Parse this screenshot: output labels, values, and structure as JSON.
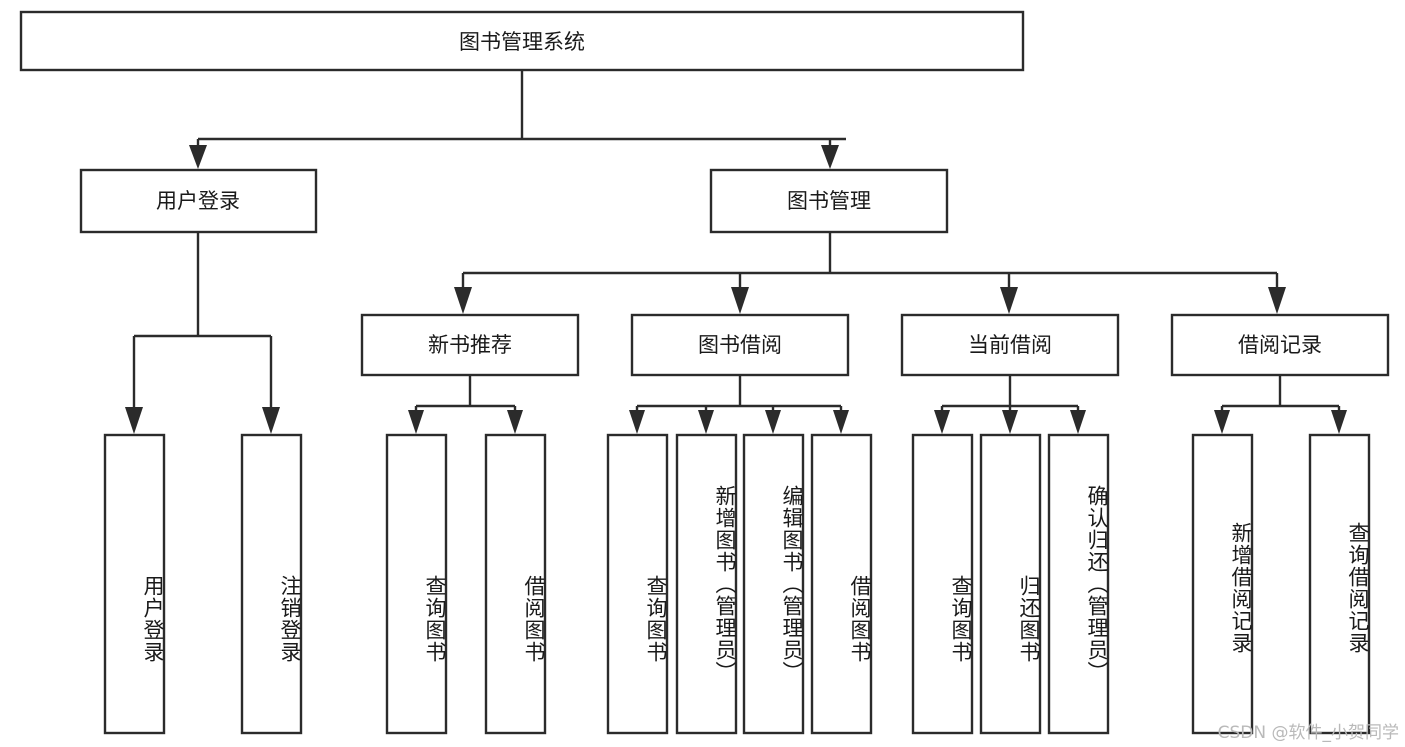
{
  "diagram": {
    "type": "hierarchy-tree",
    "title": "图书管理系统",
    "root": {
      "id": "root",
      "label": "图书管理系统"
    },
    "level2": [
      {
        "id": "user-login",
        "label": "用户登录"
      },
      {
        "id": "book-manage",
        "label": "图书管理"
      }
    ],
    "level3": [
      {
        "id": "new-book-rec",
        "label": "新书推荐",
        "parent": "book-manage"
      },
      {
        "id": "book-borrow",
        "label": "图书借阅",
        "parent": "book-manage"
      },
      {
        "id": "current-borrow",
        "label": "当前借阅",
        "parent": "book-manage"
      },
      {
        "id": "borrow-record",
        "label": "借阅记录",
        "parent": "book-manage"
      }
    ],
    "leaves": [
      {
        "id": "leaf-1",
        "label": "用户登录",
        "parent": "user-login"
      },
      {
        "id": "leaf-2",
        "label": "注销登录",
        "parent": "user-login"
      },
      {
        "id": "leaf-3",
        "label": "查询图书",
        "parent": "new-book-rec"
      },
      {
        "id": "leaf-4",
        "label": "借阅图书",
        "parent": "new-book-rec"
      },
      {
        "id": "leaf-5",
        "label": "查询图书",
        "parent": "book-borrow"
      },
      {
        "id": "leaf-6",
        "label": "新增图书（管理员）",
        "parent": "book-borrow"
      },
      {
        "id": "leaf-7",
        "label": "编辑图书（管理员）",
        "parent": "book-borrow"
      },
      {
        "id": "leaf-8",
        "label": "借阅图书",
        "parent": "book-borrow"
      },
      {
        "id": "leaf-9",
        "label": "查询图书",
        "parent": "current-borrow"
      },
      {
        "id": "leaf-10",
        "label": "归还图书",
        "parent": "current-borrow"
      },
      {
        "id": "leaf-11",
        "label": "确认归还（管理员）",
        "parent": "current-borrow"
      },
      {
        "id": "leaf-12",
        "label": "新增借阅记录",
        "parent": "borrow-record"
      },
      {
        "id": "leaf-13",
        "label": "查询借阅记录",
        "parent": "borrow-record"
      }
    ]
  },
  "watermark": {
    "text": "CSDN @软件_小贺同学"
  },
  "colors": {
    "stroke": "#2b2b2b",
    "fill": "#ffffff",
    "text": "#1a1a1a",
    "watermark": "#b9b9b9"
  }
}
